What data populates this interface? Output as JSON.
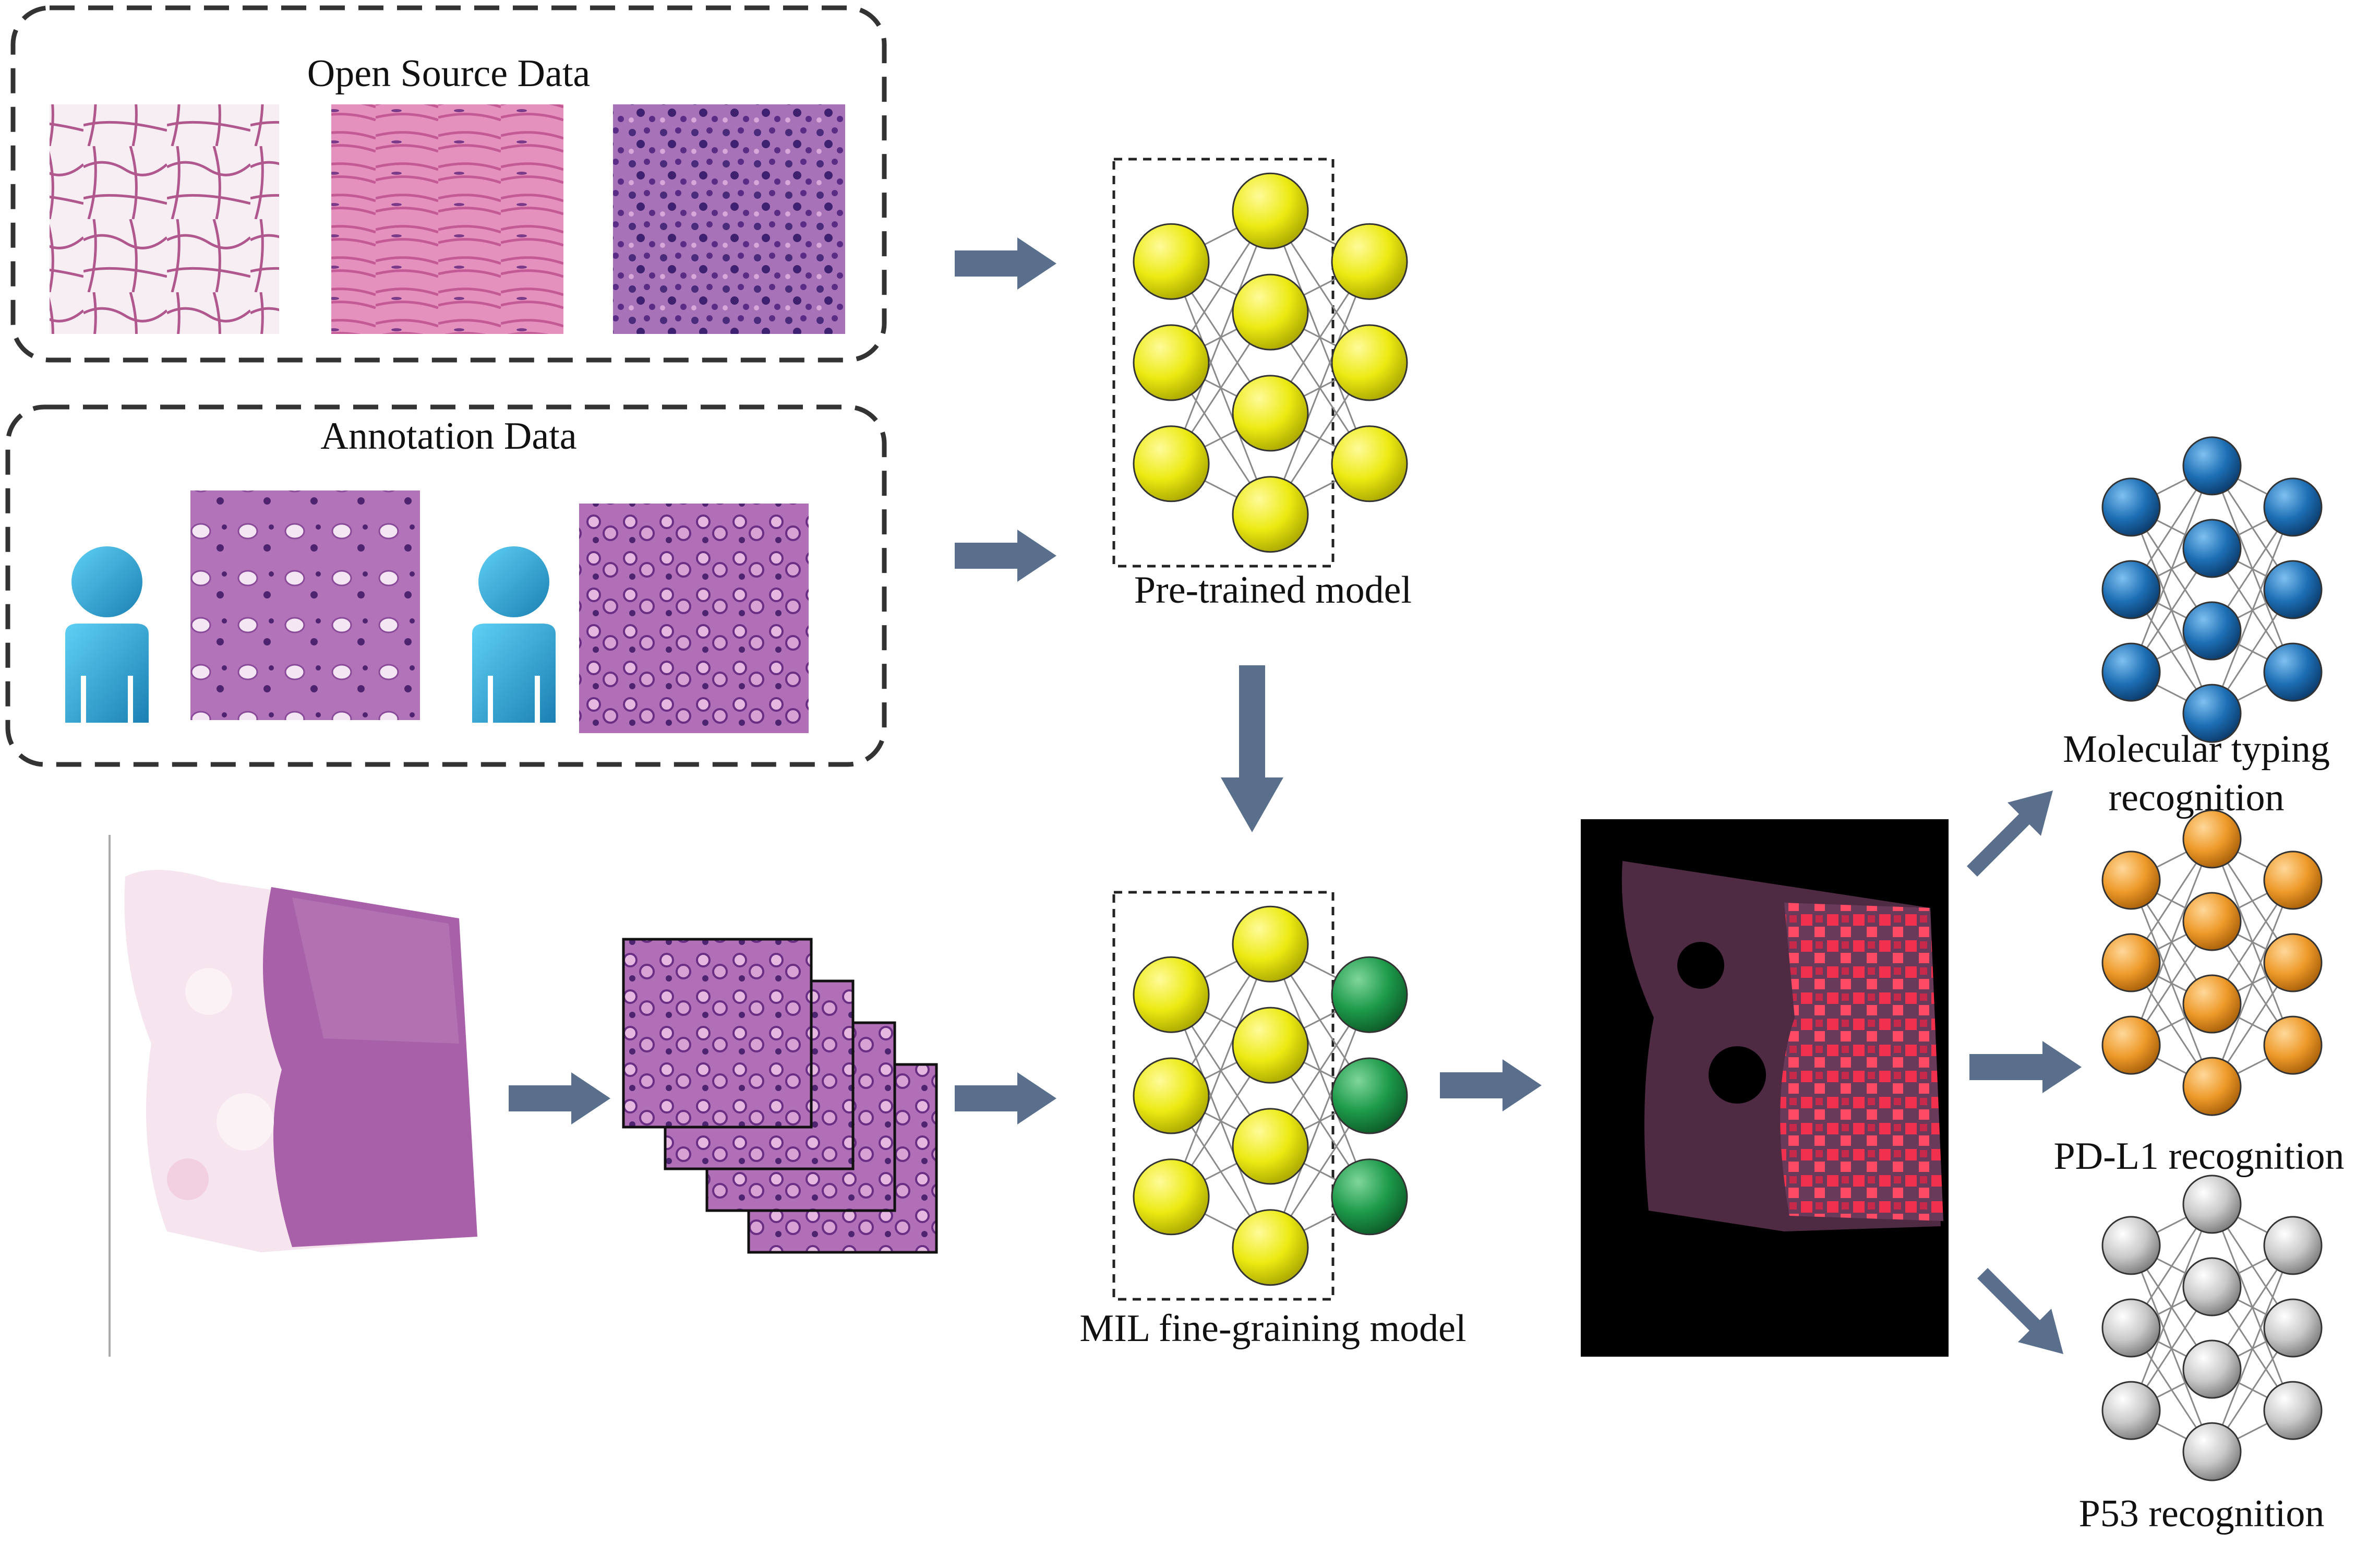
{
  "labels": {
    "open_source": "Open Source Data",
    "annotation": "Annotation Data",
    "pretrained": "Pre-trained model",
    "mil": "MIL fine-graining model",
    "molecular_line1": "Molecular typing",
    "molecular_line2": "recognition",
    "pdl1": "PD-L1 recognition",
    "p53": "P53 recognition"
  },
  "colors": {
    "arrow": "#5a6f8c",
    "yellow_node": "#ecea12",
    "green_node": "#1d9a4a",
    "blue_node": "#1d6fb5",
    "orange_node": "#ee9a2a",
    "gray_node": "#c9c9c9",
    "person": "#2ca3d4",
    "tissue_purple": "#9a5aa6",
    "tissue_pink": "#e07fb0",
    "heatmap_red": "#f0304d"
  },
  "icons": [
    "person-icon",
    "arrow-icon",
    "neural-network-icon",
    "tissue-patch-image",
    "whole-slide-image",
    "heatmap-image"
  ]
}
